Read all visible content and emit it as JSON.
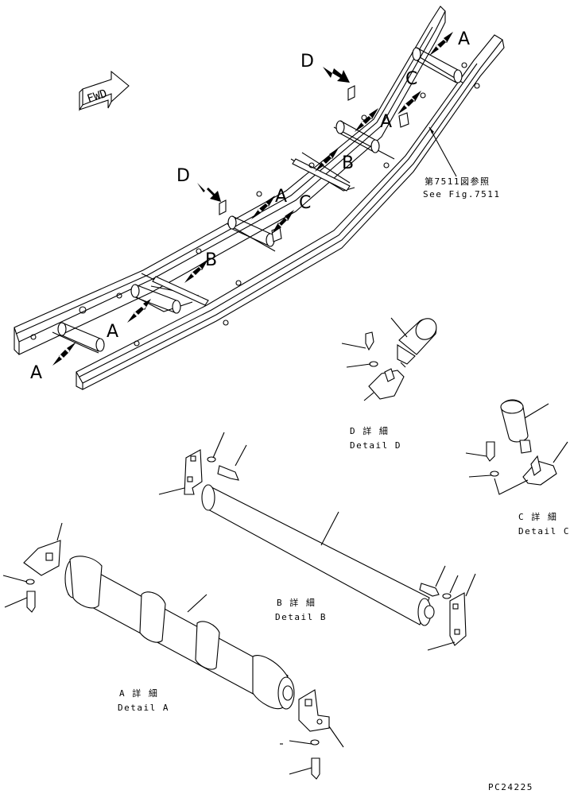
{
  "fwd_label": "FWD",
  "callouts": {
    "a1": "A",
    "a2": "A",
    "a3": "A",
    "a4": "A",
    "a5": "A",
    "b1": "B",
    "b2": "B",
    "c1": "C",
    "c2": "C",
    "d1": "D",
    "d2": "D"
  },
  "reference": {
    "jp": "第7511図参照",
    "en": "See Fig.7511"
  },
  "details": {
    "a": {
      "jp": "A 詳 細",
      "en": "Detail A"
    },
    "b": {
      "jp": "B 詳 細",
      "en": "Detail B"
    },
    "c": {
      "jp": "C 詳 細",
      "en": "Detail C"
    },
    "d": {
      "jp": "D 詳 細",
      "en": "Detail D"
    }
  },
  "figure_code": "PC24225"
}
